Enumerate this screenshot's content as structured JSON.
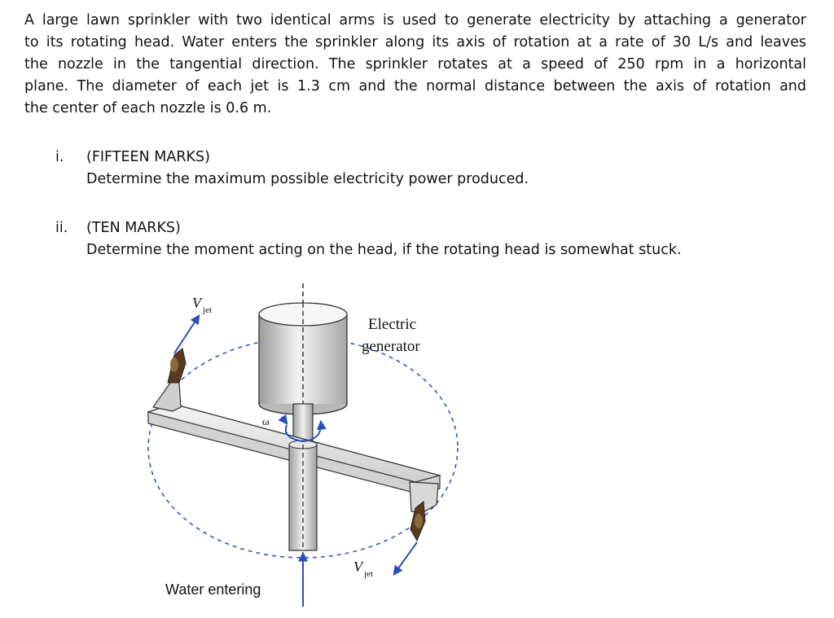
{
  "problem": {
    "lines": [
      "A large lawn sprinkler with two identical arms is used to generate electricity by attaching a generator",
      "to its rotating head. Water enters the sprinkler along its axis of rotation at a rate of 30 L/s and leaves",
      "the nozzle in the tangential direction. The sprinkler rotates at a speed of 250 rpm in a horizontal",
      "plane. The diameter of each jet is 1.3 cm and the normal distance between the axis of rotation and",
      "the center of each nozzle is 0.6 m."
    ]
  },
  "questions": [
    {
      "number": "i.",
      "marks": "(FIFTEEN MARKS)",
      "text": "Determine the maximum possible electricity power produced."
    },
    {
      "number": "ii.",
      "marks": "(TEN MARKS)",
      "text": "Determine the moment acting on the head, if the rotating head is somewhat stuck."
    }
  ],
  "figure": {
    "label_generator_line1": "Electric",
    "label_generator_line2": "generator",
    "label_vjet_symbol": "V",
    "label_vjet_subscript": "jet",
    "label_omega": "ω",
    "label_water": "Water entering",
    "colors": {
      "arrow": "#2a4fb8",
      "dashed_circle": "#3a56b0",
      "metal_dark": "#9a9a9a",
      "metal_light": "#f2f2f2"
    }
  }
}
